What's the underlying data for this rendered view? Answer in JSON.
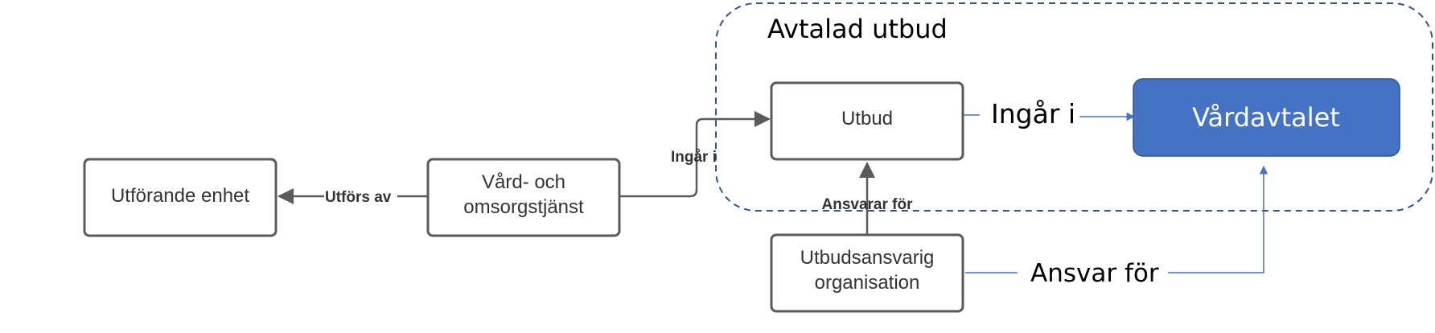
{
  "group": {
    "label": "Avtalad utbud"
  },
  "nodes": {
    "utforande_enhet": "Utförande enhet",
    "vard_omsorgstjanst_line1": "Vård- och",
    "vard_omsorgstjanst_line2": "omsorgstjänst",
    "utbud": "Utbud",
    "utbudsansvarig_line1": "Utbudsansvarig",
    "utbudsansvarig_line2": "organisation",
    "vardavtalet": "Vårdavtalet"
  },
  "edges": {
    "utfors_av": "Utförs av",
    "ingar_i_small": "Ingår i",
    "ansvarar_for": "Ansvarar för",
    "ingar_i_large": "Ingår i",
    "ansvar_for": "Ansvar för"
  },
  "colors": {
    "box_stroke": "#5a5a5a",
    "arrow": "#5a5a5a",
    "group_border": "#2f5597",
    "vardavtalet_fill": "#4472c4",
    "vardavtalet_stroke": "#2f528f",
    "blue_line": "#4472c4"
  }
}
